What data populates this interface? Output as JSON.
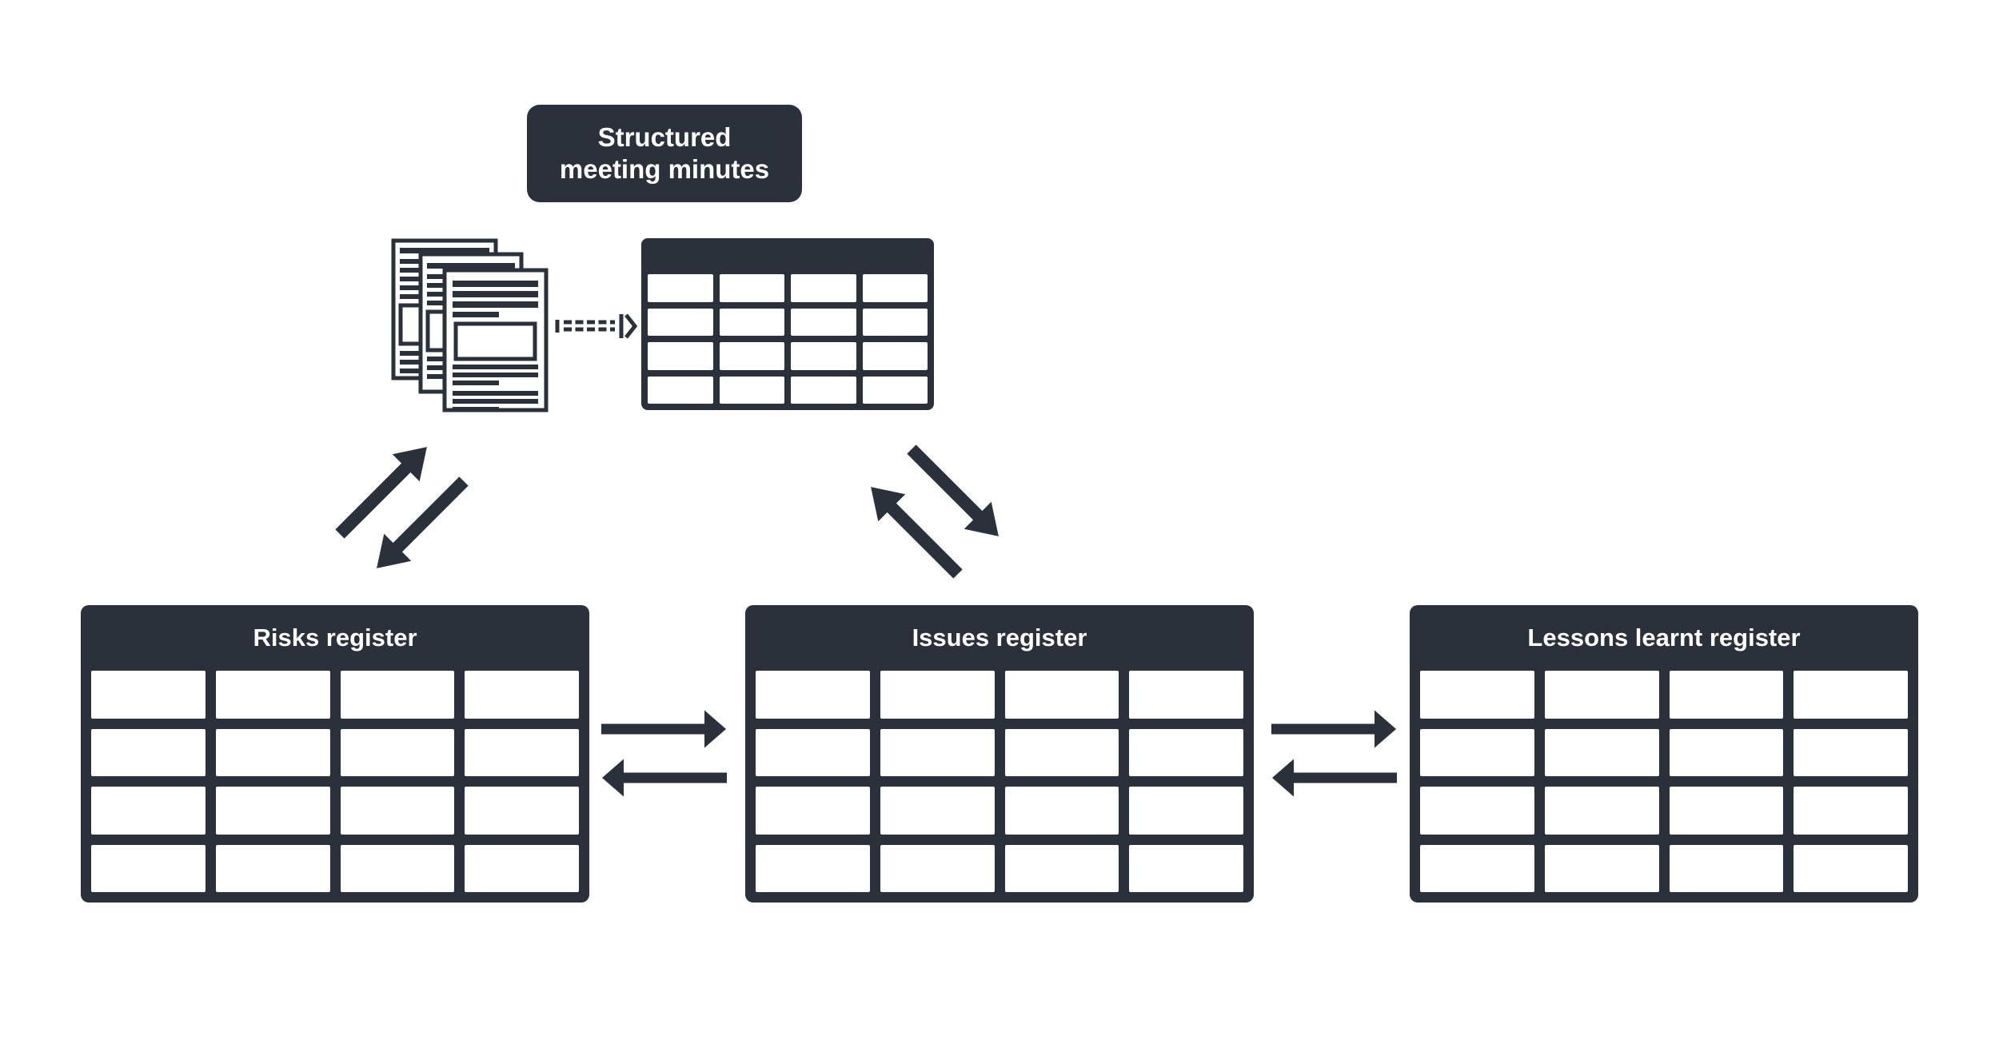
{
  "colors": {
    "ink": "#2b313b",
    "cell": "#ffffff",
    "background": "#ffffff",
    "label": "#ffffff"
  },
  "badge": {
    "line1": "Structured",
    "line2": "meeting minutes"
  },
  "minutes_table_icon": {
    "rows": 4,
    "cols": 4,
    "header_label": ""
  },
  "registers": [
    {
      "title": "Risks register",
      "rows": 4,
      "cols": 4
    },
    {
      "title": "Issues register",
      "rows": 4,
      "cols": 4
    },
    {
      "title": "Lessons learnt register",
      "rows": 4,
      "cols": 4
    }
  ],
  "icons": {
    "documents": "stacked-meeting-minutes-pages",
    "dashed_arrow": "documents-to-table-extraction",
    "left_diagonal": "bidirectional-sync-minutes-risks",
    "right_diagonal": "bidirectional-sync-minutes-issues",
    "left_horizontal": "bidirectional-exchange-risks-issues",
    "right_horizontal": "bidirectional-exchange-issues-lessons"
  }
}
